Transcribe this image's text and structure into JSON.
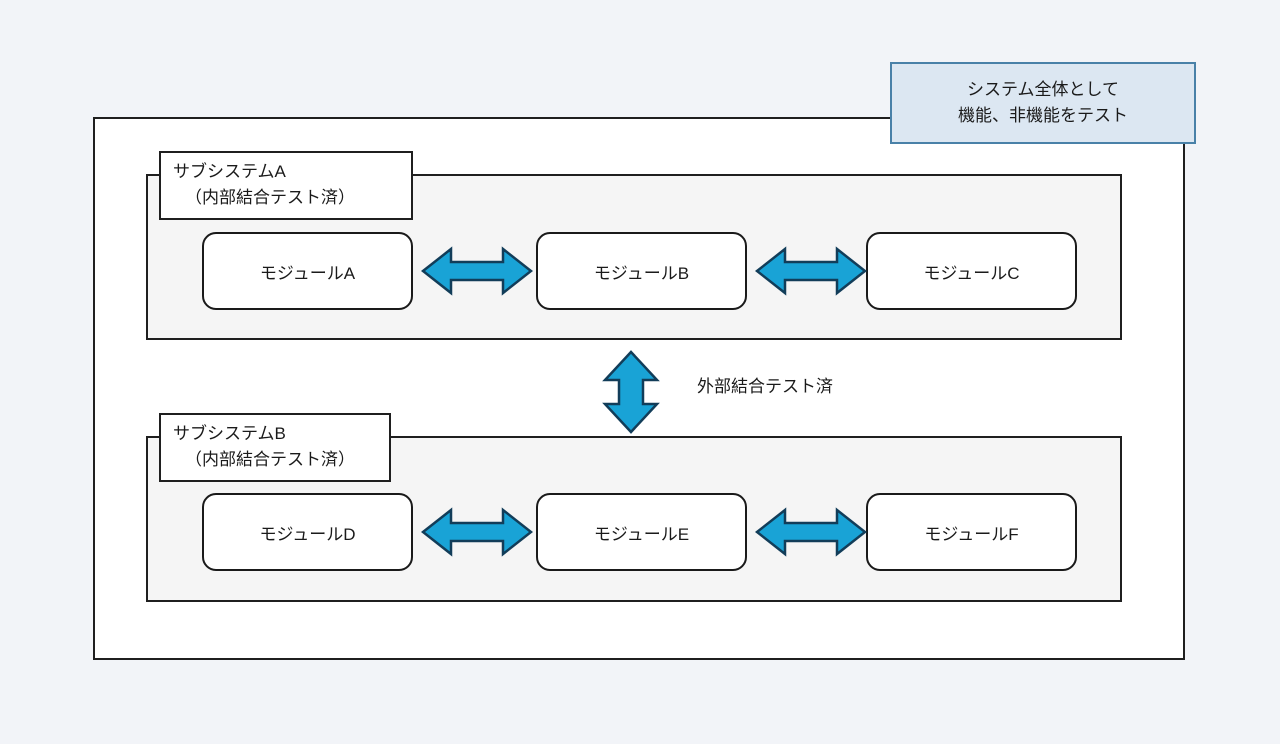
{
  "diagram": {
    "title_note": "システム全体として",
    "callout": {
      "line1": "システム全体として",
      "line2": "機能、非機能をテスト"
    },
    "external_test_label": "外部結合テスト済",
    "subsystems": [
      {
        "id": "a",
        "label_line1": "サブシステムA",
        "label_line2": "（内部結合テスト済）",
        "modules": [
          "モジュールA",
          "モジュールB",
          "モジュールC"
        ]
      },
      {
        "id": "b",
        "label_line1": "サブシステムB",
        "label_line2": "（内部結合テスト済）",
        "modules": [
          "モジュールD",
          "モジュールE",
          "モジュールF"
        ]
      }
    ],
    "colors": {
      "arrow_fill": "#19a3d6",
      "arrow_stroke": "#123d59",
      "callout_fill": "#dce7f2",
      "callout_border": "#4981a8",
      "subsystem_fill": "#f5f5f5",
      "box_border": "#1f1f1f",
      "page_background": "#f2f4f8"
    }
  }
}
